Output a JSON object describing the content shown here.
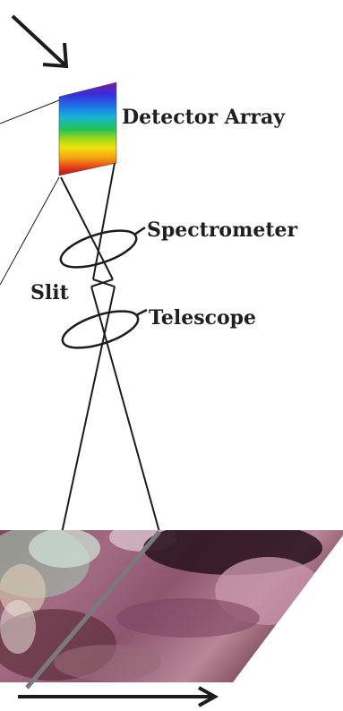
{
  "labels": {
    "detector": "Detector Array",
    "spectrometer": "Spectrometer",
    "slit": "Slit",
    "telescope": "Telescope"
  },
  "colors": {
    "line": "#1c1c1c",
    "slit_line": "#7a7a7a",
    "spectrum": [
      "#7a1fa2",
      "#3a2bd9",
      "#1f6fe6",
      "#19b3d8",
      "#1fc25a",
      "#9ad61f",
      "#f2e20f",
      "#f59a12",
      "#e2371a",
      "#b3121a"
    ],
    "terrain": [
      "#6d3a4a",
      "#8a4f6a",
      "#b17a8c",
      "#5a2e38",
      "#c79aa6",
      "#3b1a26"
    ]
  }
}
